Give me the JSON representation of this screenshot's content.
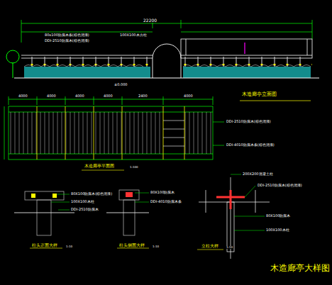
{
  "diagram": {
    "title": "木造廊亭大样图",
    "labels": [
      "22200",
      "80x100防腐木条(棕色清漆)",
      "DDI-2510防腐木(棕色清漆)",
      "100X100木方柱",
      "木造廊亭立面图",
      "±0.000",
      "4000",
      "4000",
      "4000",
      "4000",
      "2400",
      "4000",
      "木造廊亭平面图",
      "1:100",
      "DDI-2510防腐木(棕色清漆)",
      "DDI-4010防腐木条(棕色清漆)",
      "80X100防腐木(棕色清漆)",
      "100X100木柱",
      "DDI-2510防腐木",
      "柱头正面大样",
      "1:10",
      "80X100防腐木",
      "DDI-4010防腐木条",
      "柱头侧面大样",
      "1:10",
      "200X200混凝土柱",
      "DDI-2510防腐木(棕色清漆)",
      "80X100防腐木",
      "100X100木柱",
      "立柱大样",
      "1:10"
    ]
  }
}
